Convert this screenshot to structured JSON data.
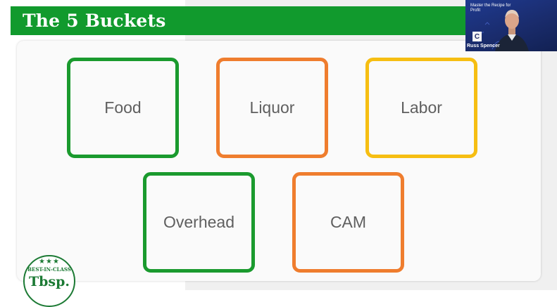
{
  "slide": {
    "title": "The 5 Buckets",
    "title_bar_color": "#119a2d",
    "buckets": [
      {
        "label": "Food",
        "color": "#1a9a2e"
      },
      {
        "label": "Liquor",
        "color": "#ef7d2e"
      },
      {
        "label": "Labor",
        "color": "#f6be12"
      },
      {
        "label": "Overhead",
        "color": "#1a9a2e"
      },
      {
        "label": "CAM",
        "color": "#ef7d2e"
      }
    ]
  },
  "video": {
    "caption": "Master the Recipe for Profit",
    "logo_letter": "C",
    "presenter_name": "Russ Spencer"
  },
  "badge": {
    "stars": "★★★",
    "label": "BEST-IN-CLASS",
    "logo_text": "Tbsp.",
    "color": "#1c7a34"
  }
}
